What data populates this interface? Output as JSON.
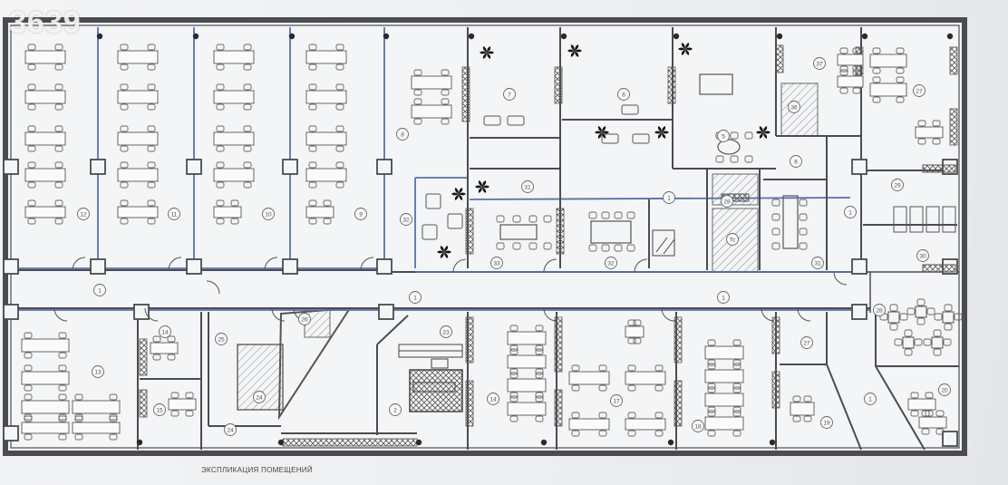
{
  "watermark": "3639",
  "caption": "ЭКСПЛИКАЦИЯ ПОМЕЩЕНИЙ",
  "colors": {
    "wall": "#4a4c50",
    "partition": "#5870a8",
    "hatch": "#8a8c90",
    "furniture": "#6a6c70",
    "plant": "#141414"
  },
  "room_labels": [
    {
      "text": "12"
    },
    {
      "text": "11"
    },
    {
      "text": "10"
    },
    {
      "text": "9"
    },
    {
      "text": "8"
    },
    {
      "text": "7"
    },
    {
      "text": "6"
    },
    {
      "text": "5"
    },
    {
      "text": "37"
    },
    {
      "text": "36"
    },
    {
      "text": "27"
    },
    {
      "text": "6"
    },
    {
      "text": "32"
    },
    {
      "text": "31"
    },
    {
      "text": "33"
    },
    {
      "text": "32"
    },
    {
      "text": "1"
    },
    {
      "text": "28"
    },
    {
      "text": "Tc"
    },
    {
      "text": "31"
    },
    {
      "text": "1"
    },
    {
      "text": "29"
    },
    {
      "text": "30"
    },
    {
      "text": "1"
    },
    {
      "text": "1"
    },
    {
      "text": "1"
    },
    {
      "text": "13"
    },
    {
      "text": "14"
    },
    {
      "text": "15"
    },
    {
      "text": "25"
    },
    {
      "text": "24"
    },
    {
      "text": "24"
    },
    {
      "text": "26"
    },
    {
      "text": "23"
    },
    {
      "text": "2"
    },
    {
      "text": "14"
    },
    {
      "text": "17"
    },
    {
      "text": "18"
    },
    {
      "text": "27"
    },
    {
      "text": "19"
    },
    {
      "text": "28"
    },
    {
      "text": "1"
    },
    {
      "text": "20"
    }
  ]
}
